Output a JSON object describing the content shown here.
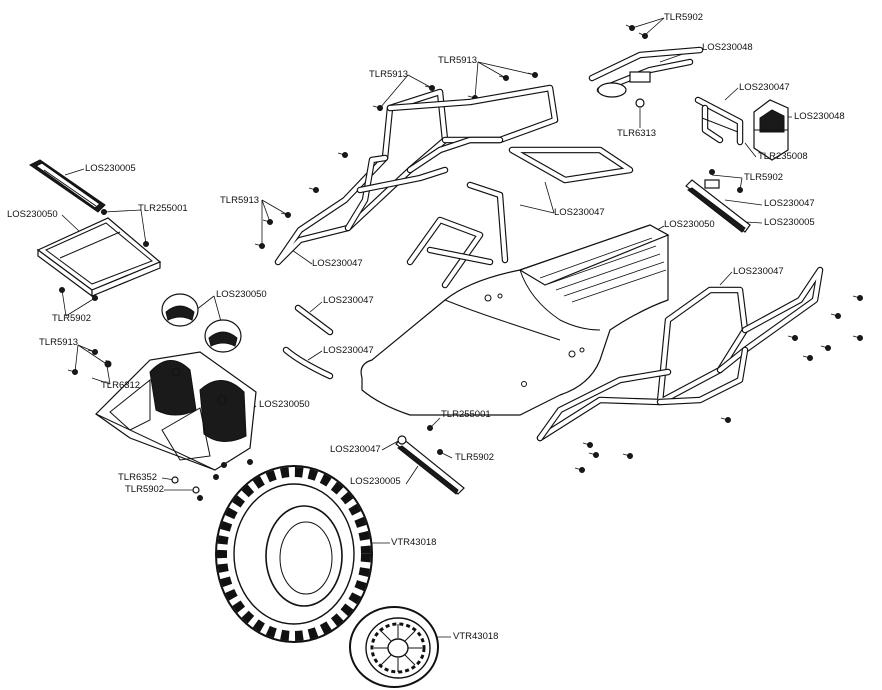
{
  "callouts": [
    {
      "id": "c1",
      "text": "TLR5902"
    },
    {
      "id": "c2",
      "text": "LOS230048"
    },
    {
      "id": "c3",
      "text": "TLR5913"
    },
    {
      "id": "c4",
      "text": "TLR5913"
    },
    {
      "id": "c5",
      "text": "LOS230047"
    },
    {
      "id": "c6",
      "text": "LOS230048"
    },
    {
      "id": "c7",
      "text": "TLR6313"
    },
    {
      "id": "c8",
      "text": "TLR235008"
    },
    {
      "id": "c9",
      "text": "LOS230005"
    },
    {
      "id": "c10",
      "text": "TLR5902"
    },
    {
      "id": "c11",
      "text": "LOS230047"
    },
    {
      "id": "c12",
      "text": "LOS230005"
    },
    {
      "id": "c13",
      "text": "TLR5913"
    },
    {
      "id": "c14",
      "text": "TLR255001"
    },
    {
      "id": "c15",
      "text": "LOS230050"
    },
    {
      "id": "c16",
      "text": "LOS230047"
    },
    {
      "id": "c17",
      "text": "LOS230050"
    },
    {
      "id": "c18",
      "text": "LOS230047"
    },
    {
      "id": "c19",
      "text": "LOS230047"
    },
    {
      "id": "c20",
      "text": "TLR5902"
    },
    {
      "id": "c21",
      "text": "LOS230050"
    },
    {
      "id": "c22",
      "text": "LOS230047"
    },
    {
      "id": "c23",
      "text": "TLR5913"
    },
    {
      "id": "c24",
      "text": "TLR6312"
    },
    {
      "id": "c25",
      "text": "LOS230047"
    },
    {
      "id": "c26",
      "text": "LOS230050"
    },
    {
      "id": "c27",
      "text": "TLR255001"
    },
    {
      "id": "c28",
      "text": "LOS230047"
    },
    {
      "id": "c29",
      "text": "TLR5902"
    },
    {
      "id": "c30",
      "text": "LOS230005"
    },
    {
      "id": "c31",
      "text": "TLR6352"
    },
    {
      "id": "c32",
      "text": "TLR5902"
    },
    {
      "id": "c33",
      "text": "VTR43018"
    },
    {
      "id": "c34",
      "text": "VTR43018"
    }
  ]
}
